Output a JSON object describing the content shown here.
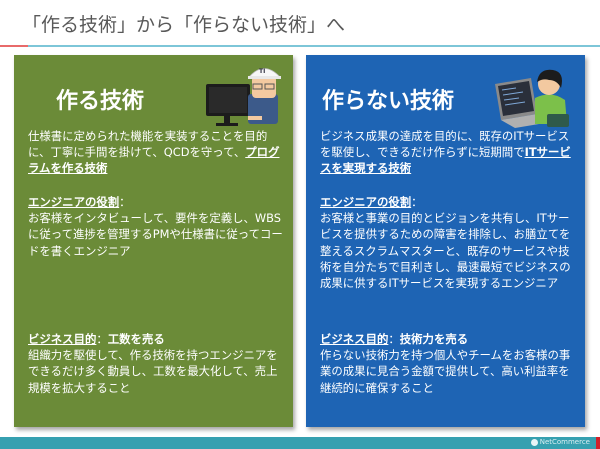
{
  "slide": {
    "title": "「作る技術」から「作らない技術」へ"
  },
  "left_panel": {
    "color": "#6b8b38",
    "heading": "作る技術",
    "illustration": "engineer-with-hardhat-at-monitor",
    "helmet_text": "TI",
    "intro": {
      "text": "仕様書に定められた機能を実装することを目的に、丁寧に手間を掛けて、QCDを守って、",
      "emphasis": "プログラムを作る技術"
    },
    "role": {
      "label": "エンジニアの役割",
      "sep": "：",
      "text": "お客様をインタビューして、要件を定義し、WBSに従って進捗を管理するPMや仕様書に従ってコードを書くエンジニア"
    },
    "business": {
      "label": "ビジネス目的",
      "sep": "：",
      "goal": "工数を売る",
      "text": "組織力を駆使して、作る技術を持つエンジニアをできるだけ多く動員し、工数を最大化して、売上規模を拡大すること"
    }
  },
  "right_panel": {
    "color": "#1e64b4",
    "heading": "作らない技術",
    "illustration": "person-coding-on-laptop",
    "intro": {
      "text": "ビジネス成果の達成を目的に、既存のITサービスを駆使し、できるだけ作らずに短期間で",
      "emphasis": "ITサービスを実現する技術"
    },
    "role": {
      "label": "エンジニアの役割",
      "sep": "：",
      "text": "お客様と事業の目的とビジョンを共有し、ITサービスを提供するための障害を排除し、お膳立てを整えるスクラムマスターと、既存のサービスや技術を自分たちで目利きし、最速最短でビジネスの成果に供するITサービスを実現するエンジニア"
    },
    "business": {
      "label": "ビジネス目的",
      "sep": "：",
      "goal": "技術力を売る",
      "text": "作らない技術力を持つ個人やチームをお客様の事業の成果に見合う金額で提供して、高い利益率を継続的に確保すること"
    }
  },
  "footer": {
    "logo_text": "NetCommerce",
    "bar_color": "#36a0b0",
    "accent_color": "#d0202a"
  }
}
